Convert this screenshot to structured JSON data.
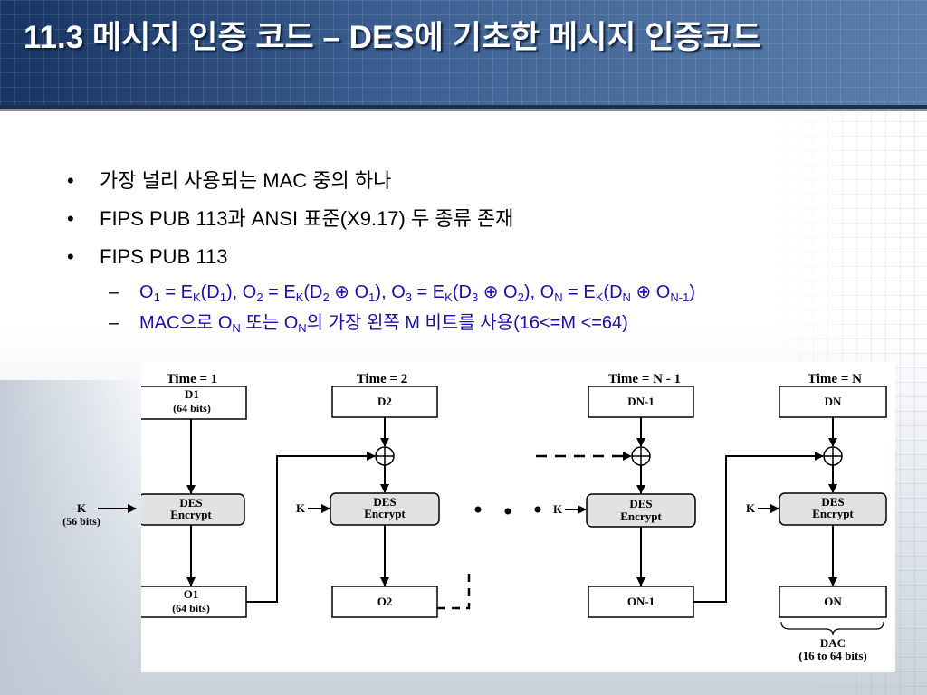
{
  "slide": {
    "title": "11.3 메시지 인증 코드 – DES에 기초한 메시지 인증코드"
  },
  "bullets": [
    {
      "level": 1,
      "text": "가장 널리 사용되는 MAC 중의 하나"
    },
    {
      "level": 1,
      "text": "FIPS PUB 113과 ANSI 표준(X9.17) 두 종류 존재"
    },
    {
      "level": 1,
      "text": "FIPS PUB 113"
    }
  ],
  "subbullets": {
    "bullet_symbol": "•",
    "dash_symbol": "–",
    "formula": {
      "o": "O",
      "e": "E",
      "d": "D",
      "k": "K",
      "s1": "1",
      "s2": "2",
      "s3": "3",
      "sn": "N",
      "snm1": "N-1",
      "eq": " = ",
      "xor": " ⊕ ",
      "lp": "(",
      "rp": ")",
      "sep": ", "
    },
    "mac_text_a": "MAC으로 ",
    "mac_text_b": " 또는 ",
    "mac_text_c": "의 가장 왼쪽 M 비트를 사용(16<=M <=64)"
  },
  "diagram": {
    "stages": [
      {
        "time": "Time = 1",
        "input": "D1",
        "input_sub": "(64 bits)",
        "key": "K",
        "key_sub": "(56 bits)",
        "encrypt": [
          "DES",
          "Encrypt"
        ],
        "output": "O1",
        "output_sub": "(64 bits)"
      },
      {
        "time": "Time = 2",
        "input": "D2",
        "key": "K",
        "encrypt": [
          "DES",
          "Encrypt"
        ],
        "output": "O2"
      },
      {
        "time": "Time = N - 1",
        "input": "DN-1",
        "key": "K",
        "encrypt": [
          "DES",
          "Encrypt"
        ],
        "output": "ON-1"
      },
      {
        "time": "Time = N",
        "input": "DN",
        "key": "K",
        "encrypt": [
          "DES",
          "Encrypt"
        ],
        "output": "ON"
      }
    ],
    "xor_symbol": "⊕",
    "dac_label": "DAC",
    "dac_sub": "(16 to 64 bits)"
  },
  "colors": {
    "header_bg": "#2a4a7a",
    "subbullet_text": "#1a0fa8",
    "encrypt_fill": "#e2e2e2"
  }
}
